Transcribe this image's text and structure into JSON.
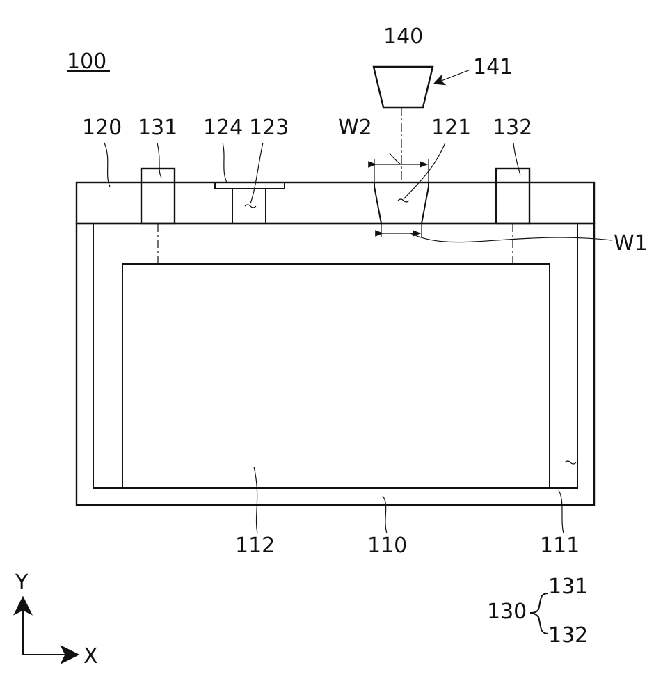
{
  "figure": {
    "title_ref": "100",
    "labels": {
      "l140": "140",
      "l141": "141",
      "l120": "120",
      "l131": "131",
      "l124": "124",
      "l123": "123",
      "lW2": "W2",
      "l121": "121",
      "l132": "132",
      "lW1": "W1",
      "l112": "112",
      "l110": "110",
      "l111": "111",
      "l130": "130",
      "l131b": "131",
      "l132b": "132",
      "axisY": "Y",
      "axisX": "X"
    }
  }
}
